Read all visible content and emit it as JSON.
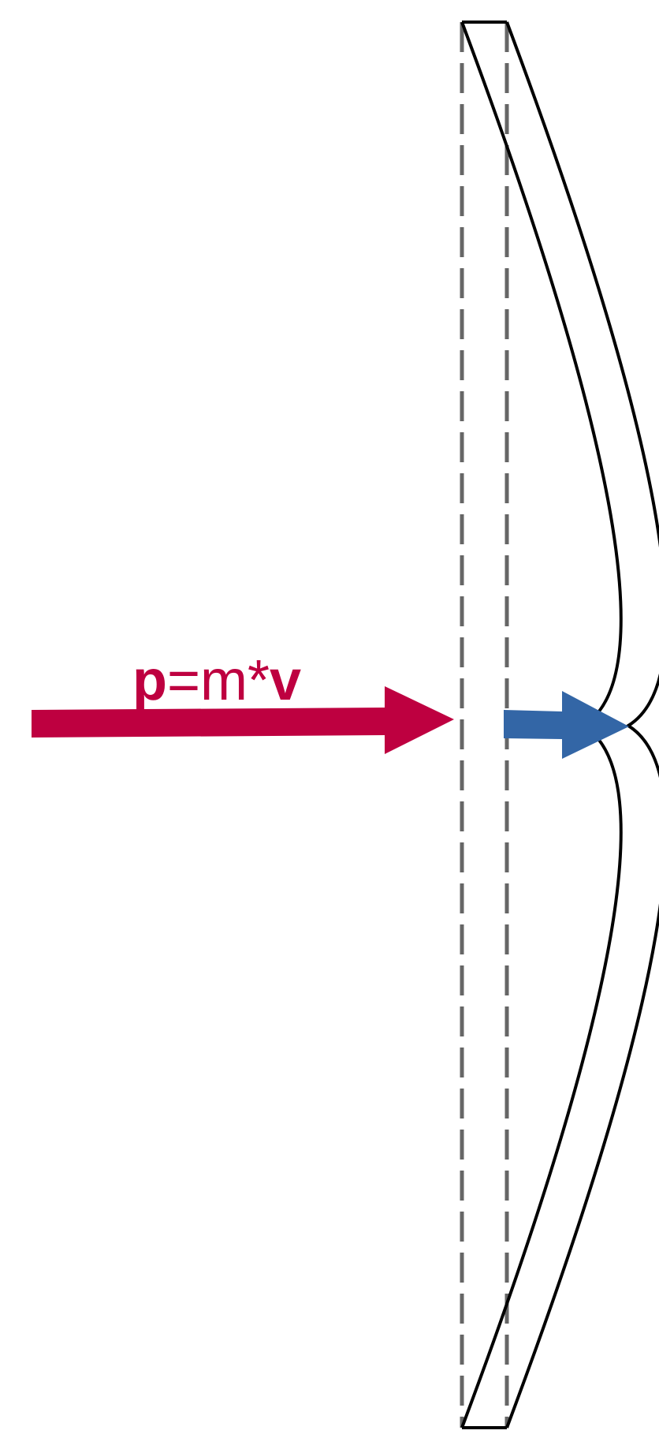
{
  "formula": {
    "p": "p",
    "rest": "=m*",
    "v": "v"
  },
  "colors": {
    "incoming_arrow": "#be0040",
    "transmitted_arrow": "#3366a6",
    "original_plate_outline": "#666666",
    "deformed_plate_outline": "#000000",
    "background": "#ffffff"
  },
  "icons": {
    "incoming_arrow": "arrow-right-icon",
    "transmitted_arrow": "arrow-right-icon"
  }
}
